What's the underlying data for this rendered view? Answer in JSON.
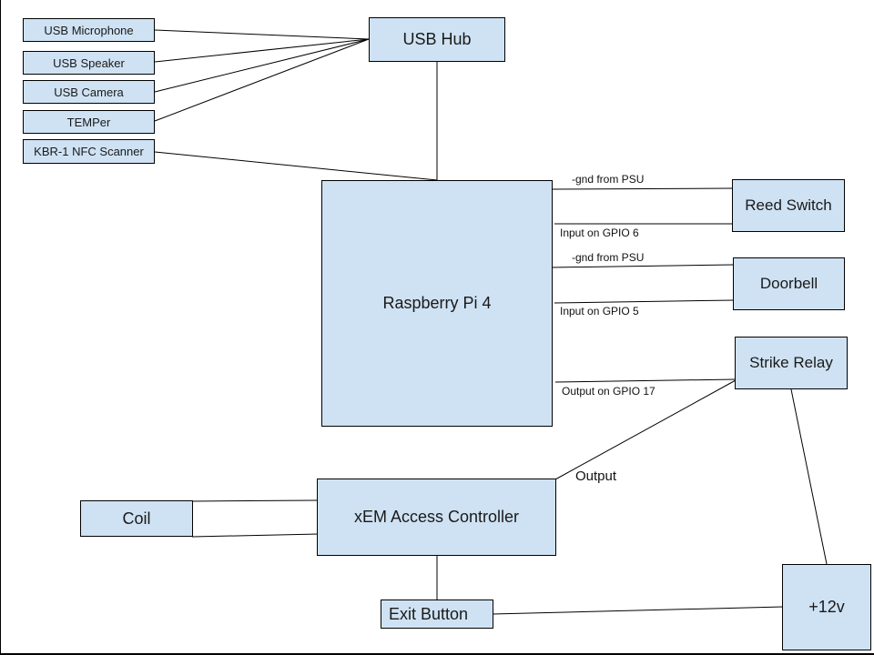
{
  "diagram": {
    "nodes": {
      "usb_microphone": "USB Microphone",
      "usb_speaker": "USB Speaker",
      "usb_camera": "USB Camera",
      "temper": "TEMPer",
      "kbr_nfc": "KBR-1 NFC Scanner",
      "usb_hub": "USB Hub",
      "raspberry_pi": "Raspberry Pi 4",
      "reed_switch": "Reed Switch",
      "doorbell": "Doorbell",
      "strike_relay": "Strike Relay",
      "xem_controller": "xEM Access Controller",
      "coil": "Coil",
      "exit_button": "Exit Button",
      "power": "+12v"
    },
    "edge_labels": {
      "reed_gnd": "-gnd from PSU",
      "reed_input": "Input on GPIO 6",
      "doorbell_gnd": "-gnd from PSU",
      "doorbell_input": "Input on GPIO 5",
      "relay_output": "Output on GPIO 17",
      "controller_output": "Output"
    },
    "colors": {
      "node_fill": "#cfe2f3",
      "stroke": "#000000"
    }
  }
}
